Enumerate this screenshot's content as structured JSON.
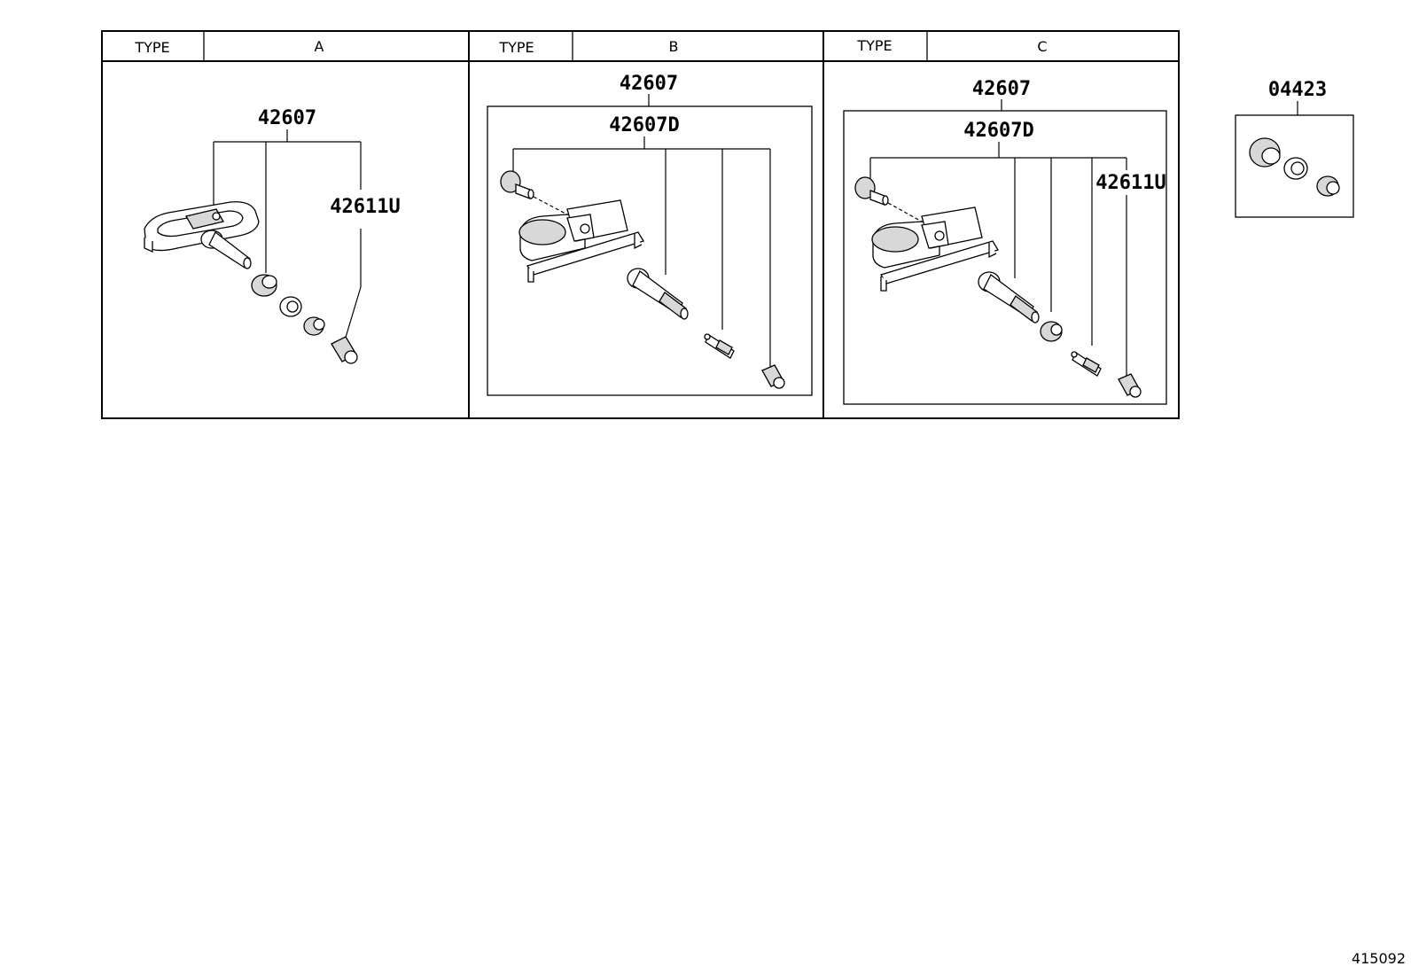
{
  "type_label": "TYPE",
  "panels": [
    {
      "type": "A",
      "assembly": "42607",
      "valve_cap": "42611U"
    },
    {
      "type": "B",
      "assembly": "42607",
      "sub_assembly": "42607D"
    },
    {
      "type": "C",
      "assembly": "42607",
      "sub_assembly": "42607D",
      "valve_cap": "42611U"
    }
  ],
  "kit": {
    "part_number": "04423"
  },
  "reference_number": "415092"
}
